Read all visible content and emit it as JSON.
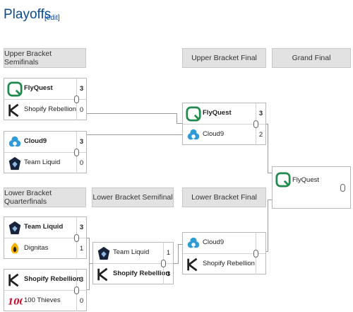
{
  "title": "Playoffs",
  "edit": "[edit]",
  "headers": {
    "ubs": "Upper Bracket Semifinals",
    "ubf": "Upper Bracket Final",
    "gf": "Grand Final",
    "lbq": "Lower Bracket Quarterfinals",
    "lbs": "Lower Bracket Semifinal",
    "lbf": "Lower Bracket Final"
  },
  "matches": {
    "m1": {
      "top": {
        "name": "FlyQuest",
        "score": "3",
        "logo": "flyquest-logo"
      },
      "bottom": {
        "name": "Shopify Rebellion",
        "score": "0",
        "logo": "shopify-rebellion-logo"
      }
    },
    "m2": {
      "top": {
        "name": "Cloud9",
        "score": "3",
        "logo": "cloud9-logo"
      },
      "bottom": {
        "name": "Team Liquid",
        "score": "0",
        "logo": "team-liquid-logo"
      }
    },
    "m3": {
      "top": {
        "name": "FlyQuest",
        "score": "3",
        "logo": "flyquest-logo"
      },
      "bottom": {
        "name": "Cloud9",
        "score": "2",
        "logo": "cloud9-logo"
      }
    },
    "m4": {
      "top": {
        "name": "Team Liquid",
        "score": "3",
        "logo": "team-liquid-logo"
      },
      "bottom": {
        "name": "Dignitas",
        "score": "1",
        "logo": "dignitas-logo"
      }
    },
    "m5": {
      "top": {
        "name": "Shopify Rebellion",
        "score": "3",
        "logo": "shopify-rebellion-logo"
      },
      "bottom": {
        "name": "100 Thieves",
        "score": "0",
        "logo": "100-thieves-logo"
      }
    },
    "m6": {
      "top": {
        "name": "Team Liquid",
        "score": "1",
        "logo": "team-liquid-logo"
      },
      "bottom": {
        "name": "Shopify Rebellion",
        "score": "3",
        "logo": "shopify-rebellion-logo"
      }
    },
    "m7": {
      "top": {
        "name": "Cloud9",
        "score": "",
        "logo": "cloud9-logo"
      },
      "bottom": {
        "name": "Shopify Rebellion",
        "score": "",
        "logo": "shopify-rebellion-logo"
      }
    },
    "gf": {
      "top": {
        "name": "FlyQuest",
        "score": "",
        "logo": "flyquest-logo"
      },
      "bottom": {
        "name": "",
        "score": "",
        "logo": ""
      }
    }
  },
  "colors": {
    "link": "#0645ad",
    "header_bg": "#e2e2e2",
    "flyquest": "#1f8a4c",
    "cloud9": "#2f9bd6",
    "liquid": "#17223b",
    "dignitas": "#f5b400"
  }
}
